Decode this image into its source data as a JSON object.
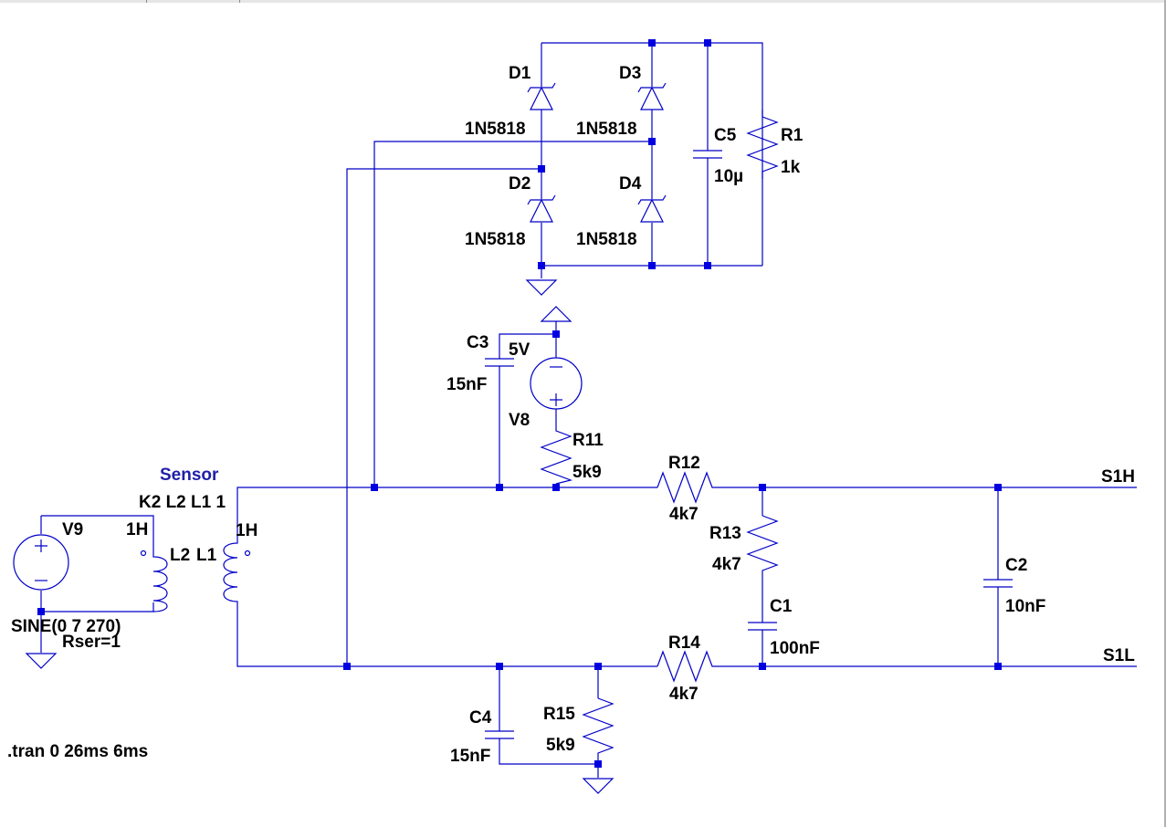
{
  "colors": {
    "wire": "#0000c8",
    "node": "#0000e0",
    "label": "#000000",
    "spice_label": "#1f1fa8",
    "background": "#ffffff"
  },
  "labels": {
    "d1": "D1",
    "d2": "D2",
    "d3": "D3",
    "d4": "D4",
    "d1_model": "1N5818",
    "d2_model": "1N5818",
    "d3_model": "1N5818",
    "d4_model": "1N5818",
    "c5": "C5",
    "c5_value": "10µ",
    "r1": "R1",
    "r1_value": "1k",
    "c3": "C3",
    "c3_value": "15nF",
    "v8": "V8",
    "v8_value": "5V",
    "r11": "R11",
    "r11_value": "5k9",
    "r12": "R12",
    "r12_value": "4k7",
    "r13": "R13",
    "r13_value": "4k7",
    "c1": "C1",
    "c1_value": "100nF",
    "c2": "C2",
    "c2_value": "10nF",
    "r14": "R14",
    "r14_value": "4k7",
    "c4": "C4",
    "c4_value": "15nF",
    "r15": "R15",
    "r15_value": "5k9",
    "v9": "V9",
    "v9_value": "SINE(0 7 270)",
    "v9_rser": "Rser=1",
    "l2": "L2",
    "l2_value": "1H",
    "l1": "L1",
    "l1_value": "1H",
    "sensor": "Sensor",
    "coupling": "K2 L2 L1 1",
    "s1h": "S1H",
    "s1l": "S1L",
    "tran": ".tran 0 26ms 6ms"
  },
  "icons": {
    "diode": "diode-icon",
    "capacitor": "capacitor-icon",
    "resistor": "resistor-icon",
    "voltage_source": "voltage-source-icon",
    "inductor": "inductor-icon",
    "ground": "ground-icon"
  }
}
